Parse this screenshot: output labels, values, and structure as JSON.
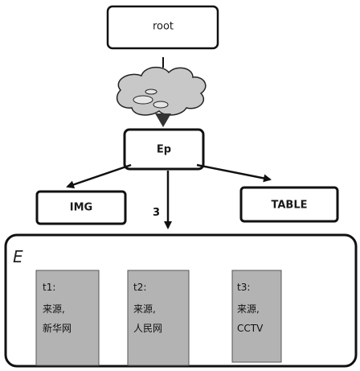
{
  "nodes": {
    "root": "root",
    "ep": "Ep",
    "img": "IMG",
    "table": "TABLE"
  },
  "edge_label": "3",
  "region": {
    "label": "E",
    "cards": [
      {
        "id": "t1:",
        "line1": "来源,",
        "line2": "新华网"
      },
      {
        "id": "t2:",
        "line1": "来源,",
        "line2": "人民网"
      },
      {
        "id": "t3:",
        "line1": "来源,",
        "line2": "CCTV"
      }
    ]
  },
  "colors": {
    "stroke": "#111111",
    "card_fill": "#b3b3b3",
    "cloud_fill": "#c8c8c8"
  }
}
